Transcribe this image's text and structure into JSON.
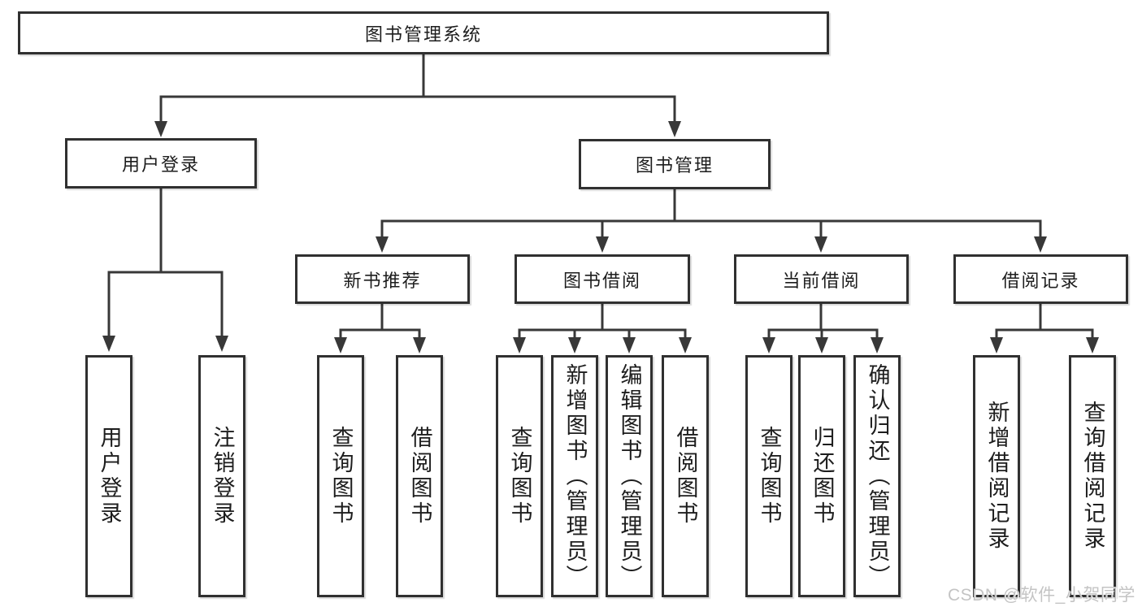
{
  "tree": {
    "root": {
      "label": "图书管理系统",
      "children": [
        {
          "label": "用户登录",
          "children": [
            {
              "label": "用户登录"
            },
            {
              "label": "注销登录"
            }
          ]
        },
        {
          "label": "图书管理",
          "children": [
            {
              "label": "新书推荐",
              "children": [
                {
                  "label": "查询图书"
                },
                {
                  "label": "借阅图书"
                }
              ]
            },
            {
              "label": "图书借阅",
              "children": [
                {
                  "label": "查询图书"
                },
                {
                  "label": "新增图书（管理员）"
                },
                {
                  "label": "编辑图书（管理员）"
                },
                {
                  "label": "借阅图书"
                }
              ]
            },
            {
              "label": "当前借阅",
              "children": [
                {
                  "label": "查询图书"
                },
                {
                  "label": "归还图书"
                },
                {
                  "label": "确认归还（管理员）"
                }
              ]
            },
            {
              "label": "借阅记录",
              "children": [
                {
                  "label": "新增借阅记录"
                },
                {
                  "label": "查询借阅记录"
                }
              ]
            }
          ]
        }
      ]
    }
  },
  "watermark": {
    "text": "CSDN @软件_小贺同学"
  },
  "colors": {
    "line": "#383838",
    "box_border": "#303030",
    "box_fill": "#ffffff",
    "text": "#1d1d1d",
    "watermark": "#c4c4c4",
    "background": "#ffffff"
  }
}
